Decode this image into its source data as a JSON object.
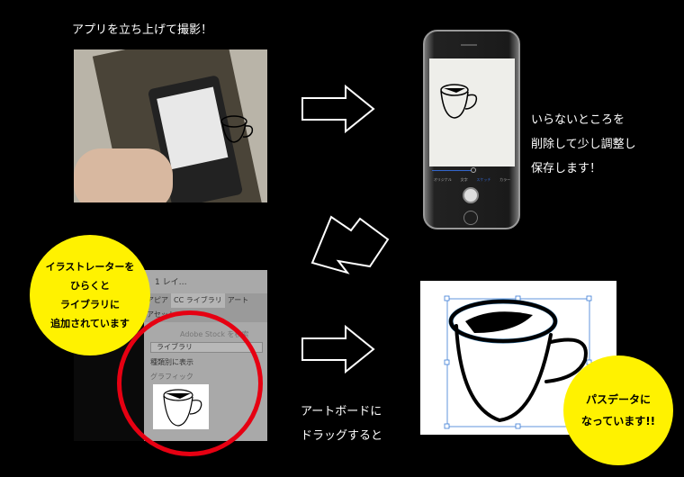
{
  "step1": {
    "caption": "アプリを立ち上げて撮影！"
  },
  "step2": {
    "caption_lines": [
      "いらないところを",
      "削除して少し調整し",
      "保存します！"
    ],
    "phone_modes": [
      "オリジナル",
      "文字",
      "スケッチ",
      "カラー"
    ]
  },
  "step3": {
    "bubble_lines": [
      "イラストレーターを",
      "ひらくと",
      "ライブラリに",
      "追加されています"
    ],
    "panel": {
      "header": "1 レイ…",
      "tabs": [
        "アピア",
        "CC ライブラリ",
        "アート",
        "アセット"
      ],
      "search_placeholder": "Adobe Stock を検索",
      "library_select": "ライブラリ",
      "view_by": "種類別に表示",
      "section": "グラフィック"
    },
    "highlight_color": "#e60012"
  },
  "step4": {
    "caption_lines": [
      "アートボードに",
      "ドラッグすると"
    ],
    "bubble_lines": [
      "パスデータに",
      "なっています!!"
    ]
  },
  "colors": {
    "bubble": "#fff200",
    "background": "#000000",
    "selection": "#3a7bd5"
  }
}
